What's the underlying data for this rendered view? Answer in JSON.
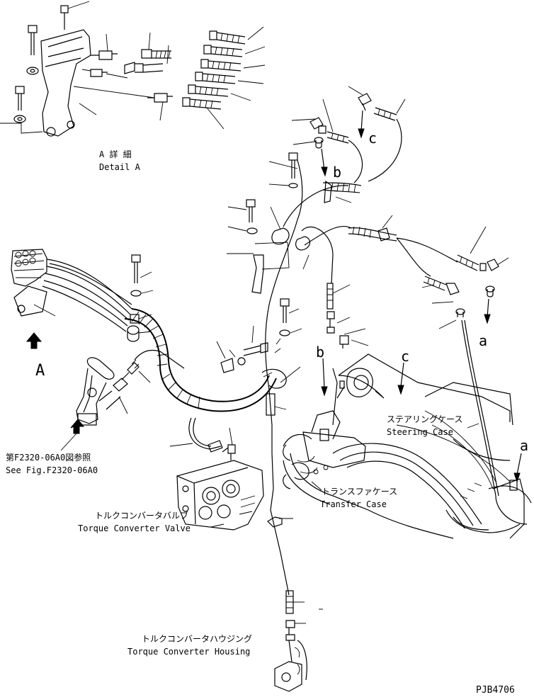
{
  "labels": {
    "detail_a_jp": "A 詳 細",
    "detail_a_en": "Detail A",
    "view_letter_a": "A",
    "ref_jp": "第F2320-06A0図参照",
    "ref_en": "See Fig.F2320-06A0",
    "tcv_jp": "トルクコンバータバルブ",
    "tcv_en": "Torque Converter Valve",
    "tch_jp": "トルクコンバータハウジング",
    "tch_en": "Torque Converter Housing",
    "steer_jp": "ステアリングケース",
    "steer_en": "Steering Case",
    "trans_jp": "トランスファケース",
    "trans_en": "Transfer Case",
    "mark_b1": "b",
    "mark_c1": "c",
    "mark_a1": "a",
    "mark_b2": "b",
    "mark_c2": "c",
    "mark_a2": "a",
    "drawing_no": "PJB4706"
  },
  "colors": {
    "ink": "#000000",
    "paper": "#ffffff"
  }
}
